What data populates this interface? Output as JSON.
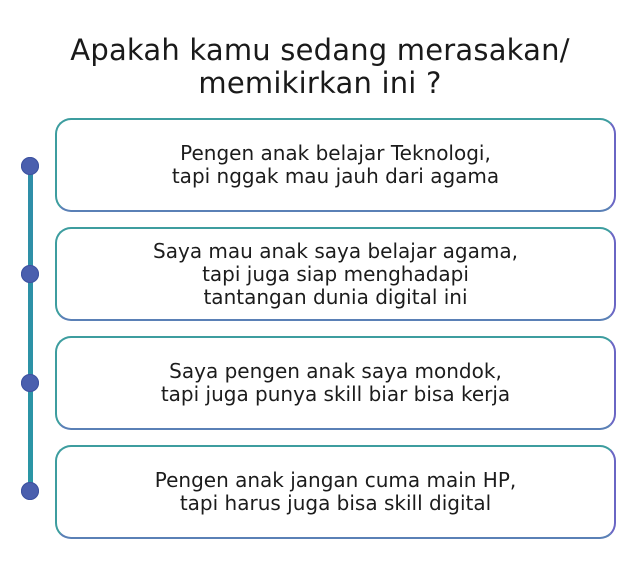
{
  "title": {
    "line1": "Apakah kamu sedang merasakan/",
    "line2": "memikirkan ini ?"
  },
  "cards": [
    {
      "lines": [
        "Pengen anak belajar Teknologi,",
        "tapi nggak mau jauh dari agama"
      ]
    },
    {
      "lines": [
        "Saya mau anak saya belajar agama,",
        "tapi juga siap menghadapi",
        "tantangan dunia digital ini"
      ]
    },
    {
      "lines": [
        "Saya pengen anak saya mondok,",
        "tapi juga punya skill biar bisa kerja"
      ]
    },
    {
      "lines": [
        "Pengen anak jangan cuma main HP,",
        "tapi harus juga bisa skill digital"
      ]
    }
  ],
  "colors": {
    "card_border_start": "#3a9b9e",
    "card_border_end": "#6d66c6",
    "timeline": "#2f8da8",
    "dot": "#4a5fae"
  }
}
